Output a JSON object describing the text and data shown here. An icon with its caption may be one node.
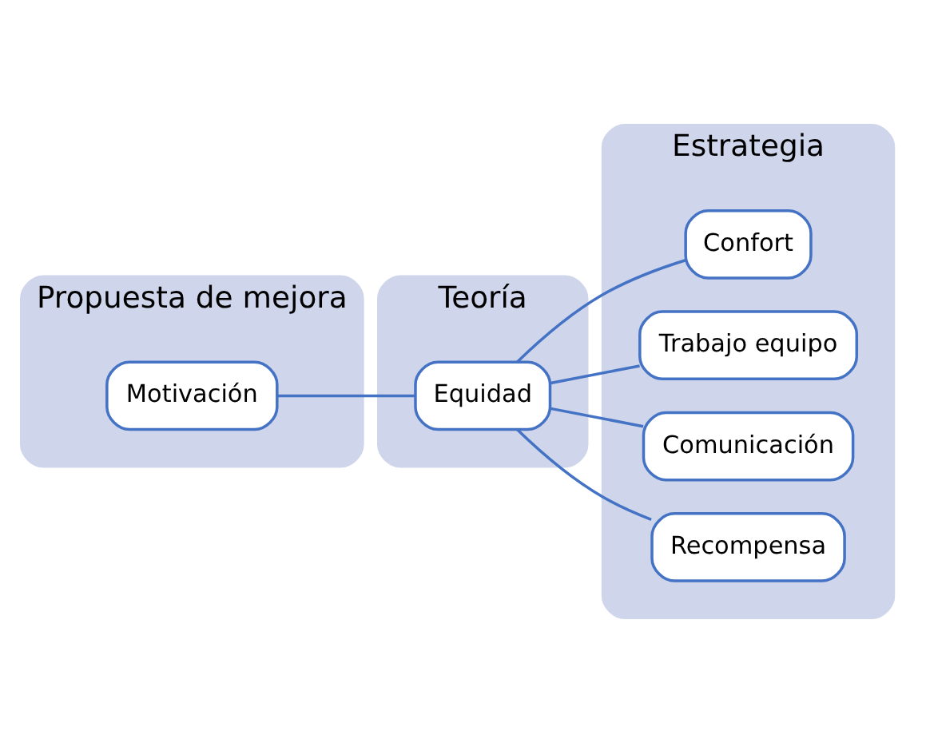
{
  "diagram": {
    "nodes": [
      {
        "text": [
          "Propuesta de mejora"
        ]
      },
      {
        "text": [
          "Teoría"
        ]
      },
      {
        "text": [
          "Estrategia"
        ]
      },
      {
        "text": [
          "Motivación"
        ],
        "in": 0
      },
      {
        "text": [
          "Equidad"
        ],
        "in": 1
      },
      {
        "text": [
          "Confort"
        ],
        "in": 2
      },
      {
        "text": [
          "Trabajo equipo"
        ],
        "in": 2
      },
      {
        "text": [
          "Comunicación"
        ],
        "in": 2
      },
      {
        "text": [
          "Recompensa"
        ],
        "in": 2
      }
    ],
    "edges": [
      {
        "from": 3,
        "to": 4,
        "arrow": "none"
      },
      {
        "from": 4,
        "to": 5,
        "arrow": "none"
      },
      {
        "from": 4,
        "to": 6,
        "arrow": "none"
      },
      {
        "from": 4,
        "to": 7,
        "arrow": "none"
      },
      {
        "from": 4,
        "to": 8,
        "arrow": "none"
      }
    ]
  }
}
